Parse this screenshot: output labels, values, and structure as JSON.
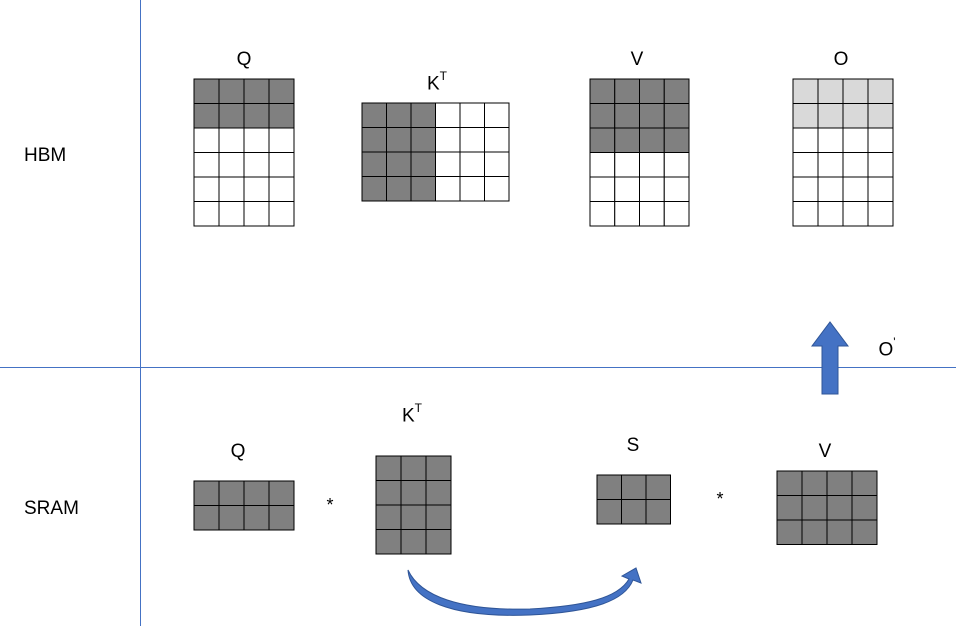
{
  "sections": {
    "hbm": "HBM",
    "sram": "SRAM"
  },
  "hbm": {
    "q": {
      "label": "Q",
      "rows": 6,
      "cols": 4,
      "filled_rows": 2
    },
    "kt": {
      "label": "K",
      "sup": "T",
      "rows": 4,
      "cols": 6,
      "filled_cols": 3
    },
    "v": {
      "label": "V",
      "rows": 6,
      "cols": 4,
      "filled_rows": 3
    },
    "o": {
      "label": "O",
      "rows": 6,
      "cols": 4,
      "light_rows": 2
    }
  },
  "sram": {
    "q": {
      "label": "Q",
      "rows": 2,
      "cols": 4
    },
    "kt": {
      "label": "K",
      "sup": "T",
      "rows": 4,
      "cols": 3
    },
    "s": {
      "label": "S",
      "rows": 2,
      "cols": 3
    },
    "v": {
      "label": "V",
      "rows": 3,
      "cols": 4
    },
    "op1": "*",
    "op2": "*"
  },
  "o_prime_label": "O",
  "o_prime_mark": "'",
  "colors": {
    "fill": "#808080",
    "light_fill": "#d9d9d9",
    "empty": "#ffffff",
    "grid": "#000000",
    "divider": "#4472c4",
    "arrow": "#4472c4"
  }
}
